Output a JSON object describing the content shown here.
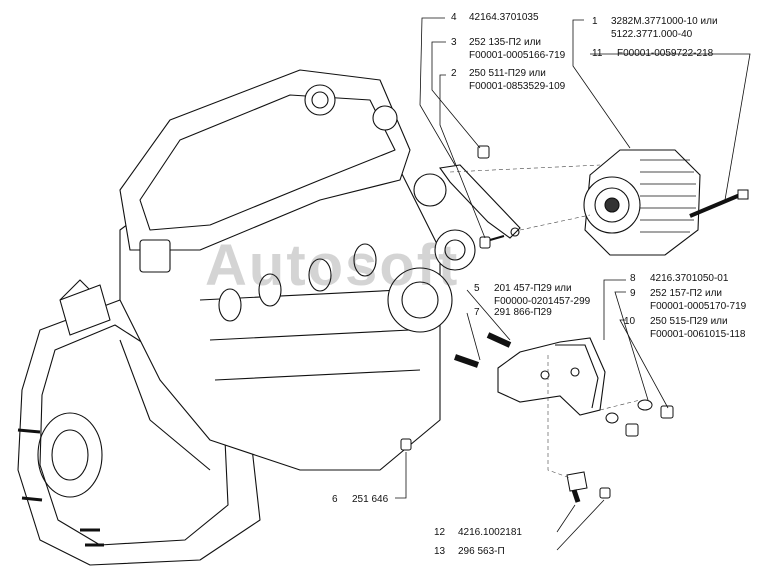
{
  "parts": [
    {
      "num": "1",
      "codes": [
        "3282М.3771000-10 или",
        "5122.3771.000-40"
      ]
    },
    {
      "num": "2",
      "codes": [
        "250 511-П29 или",
        "F00001-0853529-109"
      ]
    },
    {
      "num": "3",
      "codes": [
        "252 135-П2 или",
        "F00001-0005166-719"
      ]
    },
    {
      "num": "4",
      "codes": [
        "42164.3701035"
      ]
    },
    {
      "num": "5",
      "codes": [
        "201 457-П29 или",
        "F00000-0201457-299"
      ]
    },
    {
      "num": "6",
      "codes": [
        "251 646"
      ]
    },
    {
      "num": "7",
      "codes": [
        "291 866-П29"
      ]
    },
    {
      "num": "8",
      "codes": [
        "4216.3701050-01"
      ]
    },
    {
      "num": "9",
      "codes": [
        "252 157-П2 или",
        "F00001-0005170-719"
      ]
    },
    {
      "num": "10",
      "codes": [
        "250 515-П29 или",
        "F00001-0061015-118"
      ]
    },
    {
      "num": "11",
      "codes": [
        "F00001-0059722-218"
      ]
    },
    {
      "num": "12",
      "codes": [
        "4216.1002181"
      ]
    },
    {
      "num": "13",
      "codes": [
        "296 563-П"
      ]
    }
  ],
  "watermark": "Autosoft",
  "colors": {
    "line": "#111111",
    "background": "#ffffff",
    "watermark": "#3c3c3c"
  }
}
